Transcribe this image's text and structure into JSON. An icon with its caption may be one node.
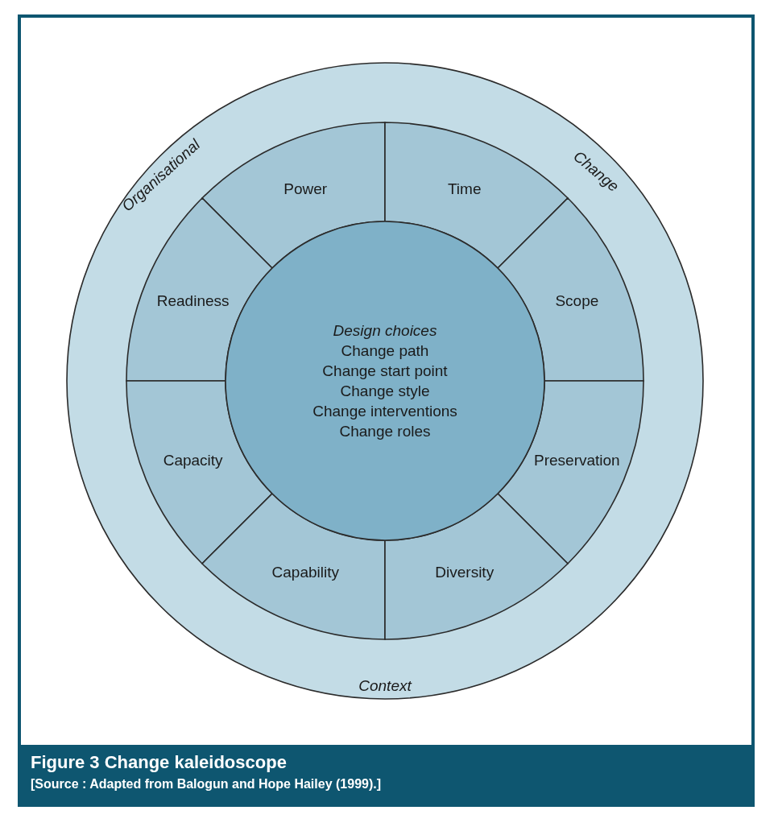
{
  "diagram": {
    "title": "Figure 3 Change kaleidoscope",
    "caption": "[Source : Adapted from Balogun and Hope Hailey (1999).]",
    "nodes": [
      {
        "text": [
          "Organisational",
          "Change",
          "Context"
        ]
      },
      {
        "text": [
          "Power"
        ],
        "in": 0
      },
      {
        "text": [
          "Time"
        ],
        "in": 0
      },
      {
        "text": [
          "Readiness"
        ],
        "in": 0
      },
      {
        "text": [
          "Scope"
        ],
        "in": 0
      },
      {
        "text": [
          "Capacity"
        ],
        "in": 0
      },
      {
        "text": [
          "Preservation"
        ],
        "in": 0
      },
      {
        "text": [
          "Capability"
        ],
        "in": 0
      },
      {
        "text": [
          "Diversity"
        ],
        "in": 0
      },
      {
        "text": [
          "Design choices",
          "Change path",
          "Change start point",
          "Change style",
          "Change interventions",
          "Change roles"
        ],
        "in": 0
      }
    ],
    "edges": []
  }
}
